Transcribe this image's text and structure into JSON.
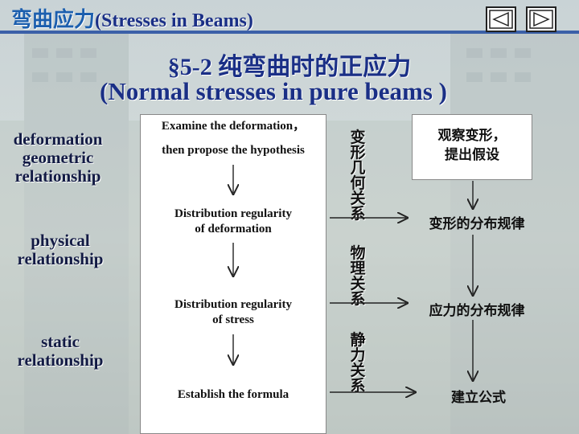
{
  "header": {
    "title_cn": "弯曲应力",
    "title_en": "(Stresses in Beams)"
  },
  "title": {
    "line1": "§5-2  纯弯曲时的正应力",
    "line2": "(Normal stresses in pure beams )"
  },
  "left_labels": {
    "deformation_geometric": [
      "deformation",
      "geometric",
      "relationship"
    ],
    "physical": [
      "physical",
      "relationship"
    ],
    "static": [
      "static",
      "relationship"
    ]
  },
  "flow_en": {
    "step1_a": "Examine the deformation，",
    "step1_b": "then propose the hypothesis",
    "step2_a": "Distribution regularity",
    "step2_b": "of deformation",
    "step3_a": "Distribution regularity",
    "step3_b": "of stress",
    "step4": "Establish the formula"
  },
  "vertical_labels": {
    "geometric": "变形几何关系",
    "physical": "物理关系",
    "static": "静力关系"
  },
  "flow_cn": {
    "step1_a": "观察变形，",
    "step1_b": "提出假设",
    "step2": "变形的分布规律",
    "step3": "应力的分布规律",
    "step4": "建立公式"
  },
  "colors": {
    "title_blue": "#1a2f86",
    "header_cn": "#1c5fae",
    "arrow": "#222222"
  }
}
